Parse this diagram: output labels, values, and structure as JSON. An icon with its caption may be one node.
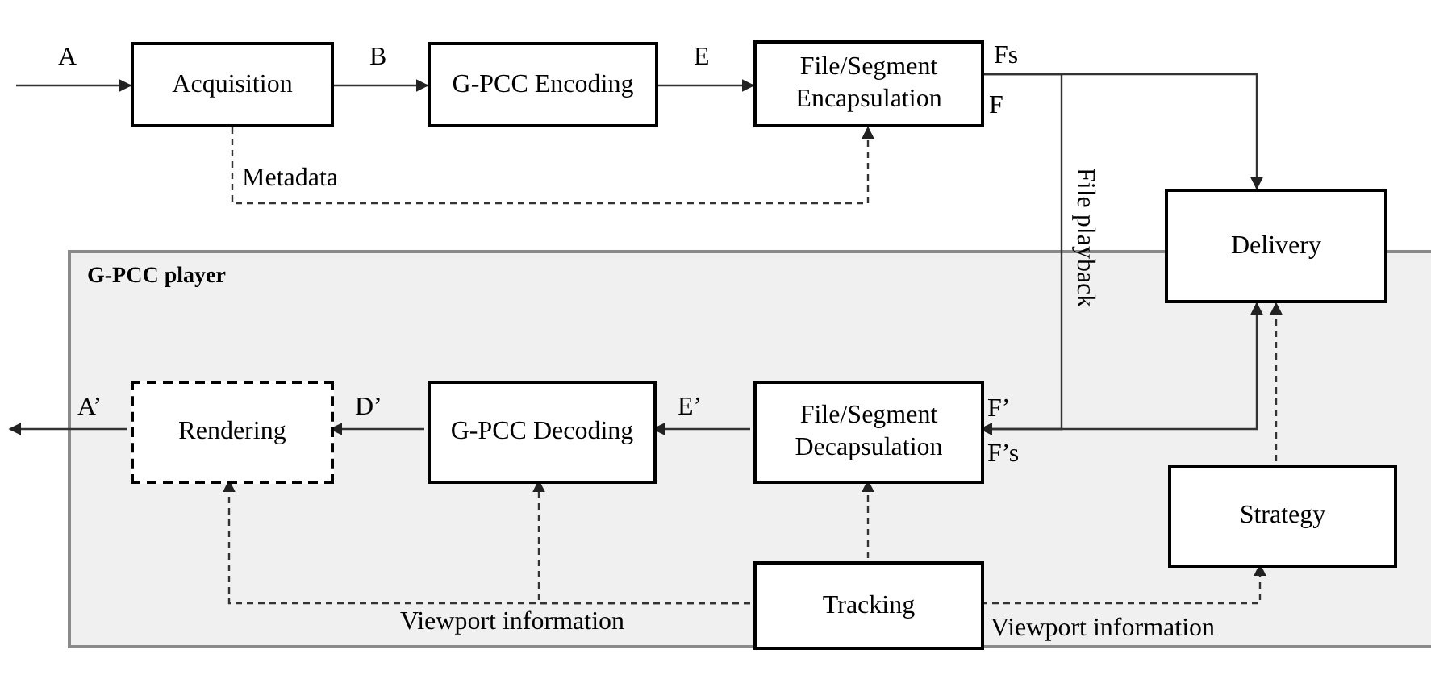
{
  "diagram": {
    "nodes": [
      {
        "text": [
          "Acquisition"
        ]
      },
      {
        "text": [
          "G-PCC Encoding"
        ]
      },
      {
        "text": [
          "File/Segment Encapsulation"
        ]
      },
      {
        "text": [
          "G-PCC player"
        ]
      },
      {
        "text": [
          "Delivery"
        ]
      },
      {
        "text": [
          "Rendering"
        ],
        "in": 3
      },
      {
        "text": [
          "G-PCC Decoding"
        ],
        "in": 3
      },
      {
        "text": [
          "File/Segment Decapsulation"
        ],
        "in": 3
      },
      {
        "text": [
          "Strategy"
        ],
        "in": 3
      },
      {
        "text": [
          "Tracking"
        ],
        "in": 3
      }
    ],
    "edges": [
      {
        "from": null,
        "to": 0,
        "arrow": "to",
        "label": "A"
      },
      {
        "from": 0,
        "to": 1,
        "arrow": "to",
        "label": "B"
      },
      {
        "from": 1,
        "to": 2,
        "arrow": "to",
        "label": "E"
      },
      {
        "from": 0,
        "to": 2,
        "arrow": "to",
        "style": "dashed",
        "label": "Metadata"
      },
      {
        "from": 2,
        "to": 4,
        "arrow": "to",
        "label": "Fs"
      },
      {
        "from": 2,
        "to": 7,
        "arrow": "to",
        "label": "File playback"
      },
      {
        "from": 4,
        "to": 7,
        "arrow": "both"
      },
      {
        "from": 7,
        "to": 6,
        "arrow": "to",
        "label": "E’"
      },
      {
        "from": 6,
        "to": 5,
        "arrow": "to",
        "label": "D’"
      },
      {
        "from": 5,
        "to": null,
        "arrow": "to",
        "label": "A’"
      },
      {
        "from": 9,
        "to": 7,
        "arrow": "to",
        "style": "dashed"
      },
      {
        "from": 9,
        "to": 6,
        "arrow": "to",
        "style": "dashed",
        "label": "Viewport information"
      },
      {
        "from": 9,
        "to": 5,
        "arrow": "to",
        "style": "dashed"
      },
      {
        "from": 9,
        "to": 8,
        "arrow": "to",
        "style": "dashed",
        "label": "Viewport information"
      },
      {
        "from": 8,
        "to": 4,
        "arrow": "to",
        "style": "dashed"
      }
    ],
    "labels": [
      "F",
      "F’",
      "F’s"
    ]
  }
}
